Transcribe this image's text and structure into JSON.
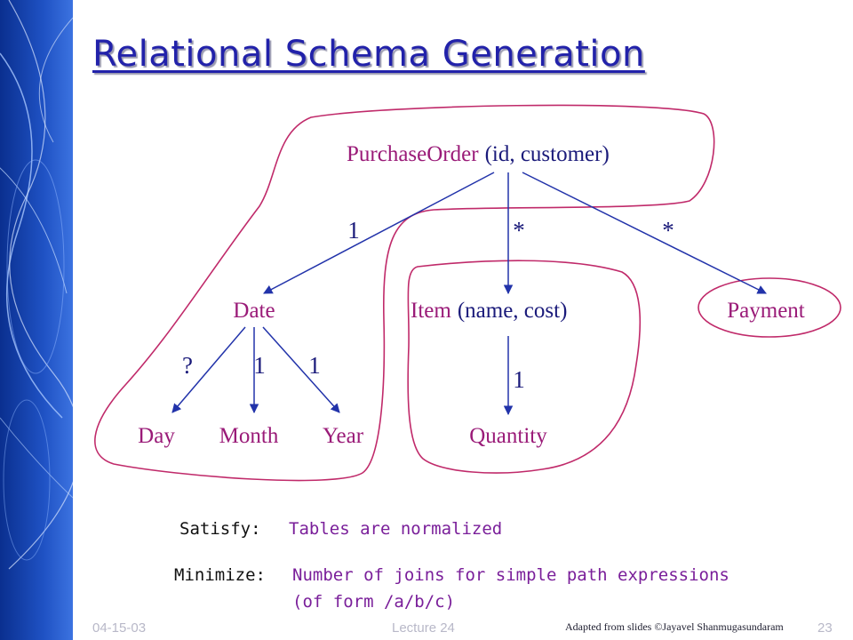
{
  "slide": {
    "title": "Relational Schema Generation",
    "footer_date": "04-15-03",
    "footer_lecture": "Lecture 24",
    "footer_page": "23",
    "credit": "Adapted from slides ©Jayavel Shanmugasundaram"
  },
  "colors": {
    "title": "#2222aa",
    "node_name": "#9a1b78",
    "attribute": "#1a1a7a",
    "edge": "#2233aa",
    "group_outline": "#c02a6a",
    "condition_text": "#7a1f9a"
  },
  "diagram": {
    "nodes": {
      "purchase_order": {
        "name": "PurchaseOrder",
        "attrs": "(id, customer)"
      },
      "date": {
        "name": "Date"
      },
      "item": {
        "name": "Item",
        "attrs": "(name, cost)"
      },
      "payment": {
        "name": "Payment"
      },
      "day": {
        "name": "Day"
      },
      "month": {
        "name": "Month"
      },
      "year": {
        "name": "Year"
      },
      "quantity": {
        "name": "Quantity"
      }
    },
    "edges": {
      "po_date": "1",
      "po_item": "*",
      "po_payment": "*",
      "date_day": "?",
      "date_month": "1",
      "date_year": "1",
      "item_quantity": "1"
    }
  },
  "conditions": {
    "satisfy_label": "Satisfy:",
    "satisfy_text": "Tables are normalized",
    "minimize_label": "Minimize:",
    "minimize_line1": "Number of joins for simple path expressions",
    "minimize_line2": "(of form /a/b/c)"
  }
}
